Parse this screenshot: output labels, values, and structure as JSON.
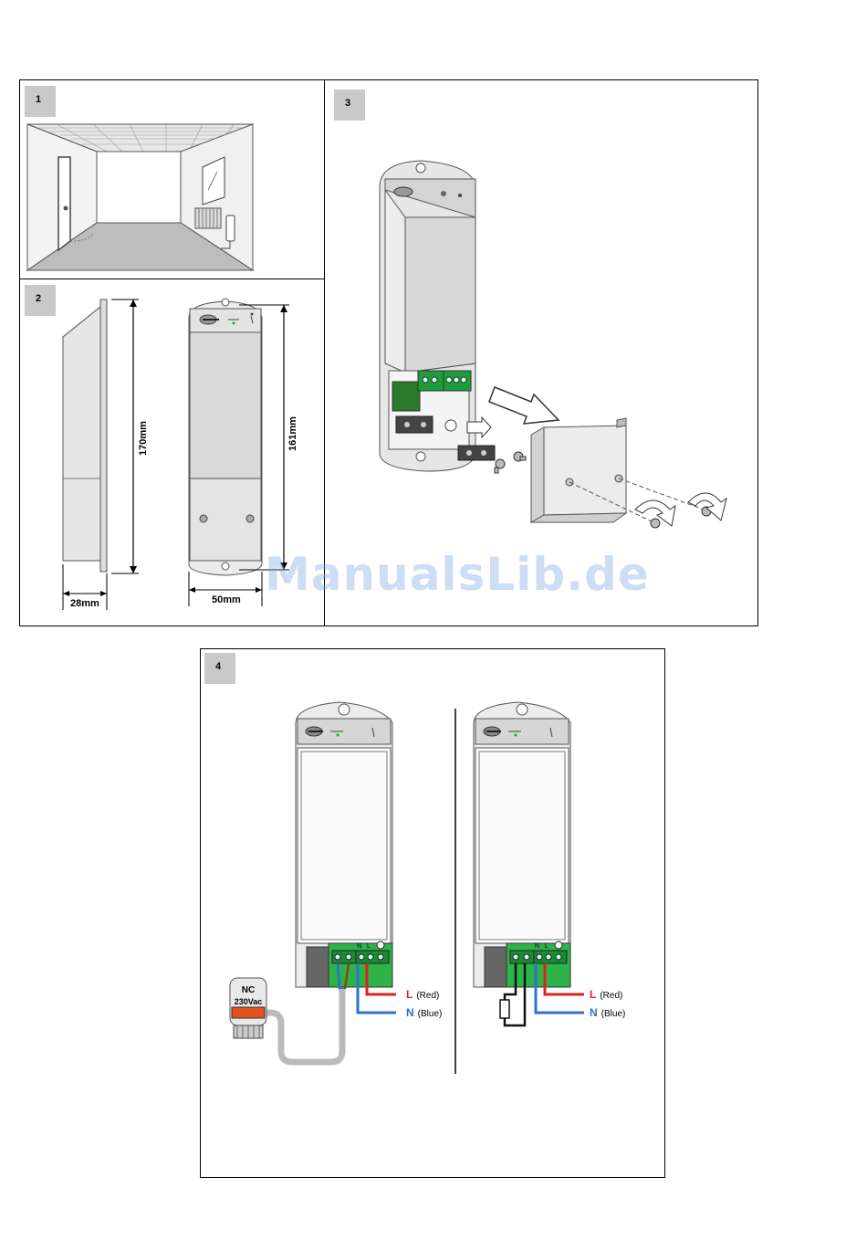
{
  "panels": {
    "p1": {
      "number": "1"
    },
    "p2": {
      "number": "2"
    },
    "p3": {
      "number": "3"
    },
    "p4": {
      "number": "4"
    }
  },
  "dimensions": {
    "height_side": "170mm",
    "height_front": "161mm",
    "depth": "28mm",
    "width": "50mm"
  },
  "wiring": {
    "live_letter": "L",
    "live_label": "(Red)",
    "neutral_letter": "N",
    "neutral_label": "(Blue)",
    "actuator_line1": "NC",
    "actuator_line2": "230Vac",
    "terminal_labels": [
      "N",
      "L"
    ]
  },
  "watermark": "ManualsLib.de",
  "colors": {
    "live": "#e02020",
    "neutral": "#3070d0",
    "terminal_green": "#2db34a",
    "actuator_orange": "#e0531b"
  }
}
